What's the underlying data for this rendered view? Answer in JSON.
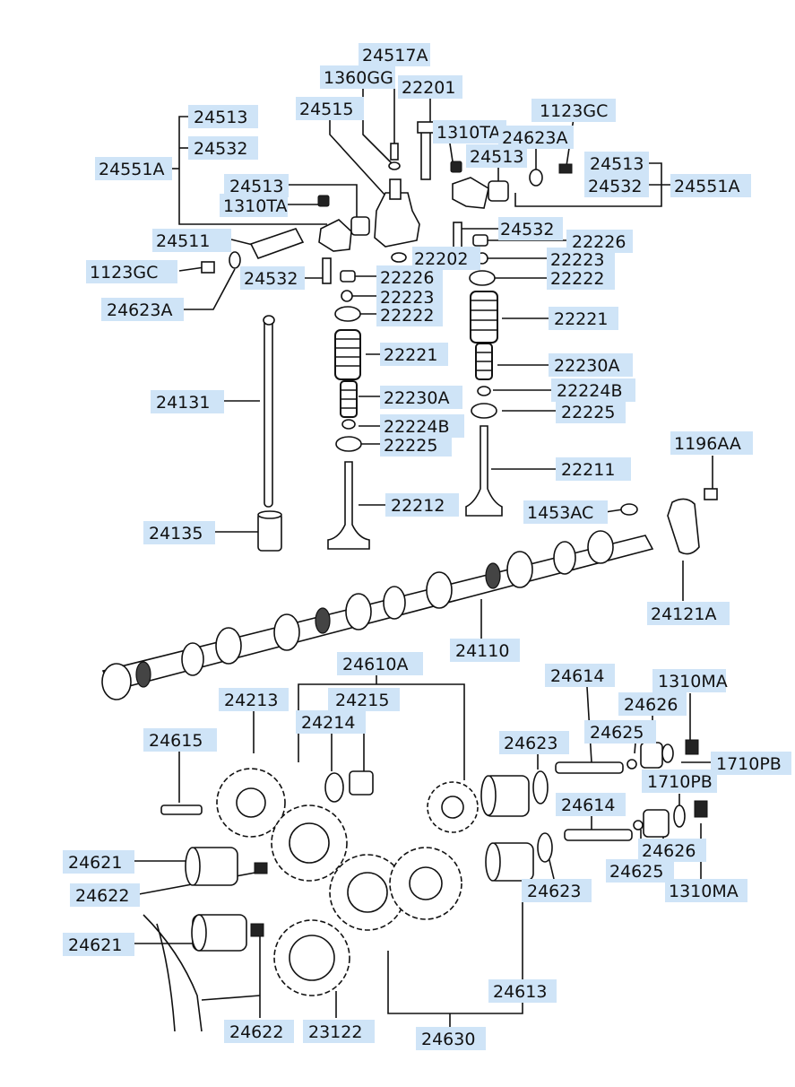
{
  "labels": [
    {
      "id": "l01",
      "text": "24517A"
    },
    {
      "id": "l02",
      "text": "1360GG"
    },
    {
      "id": "l03",
      "text": "22201"
    },
    {
      "id": "l04",
      "text": "24515"
    },
    {
      "id": "l05",
      "text": "1310TA"
    },
    {
      "id": "l06",
      "text": "1123GC"
    },
    {
      "id": "l07",
      "text": "24623A"
    },
    {
      "id": "l08",
      "text": "24513"
    },
    {
      "id": "l09",
      "text": "24513"
    },
    {
      "id": "l10",
      "text": "24532"
    },
    {
      "id": "l11",
      "text": "24551A"
    },
    {
      "id": "l12",
      "text": "24513"
    },
    {
      "id": "l13",
      "text": "24532"
    },
    {
      "id": "l14",
      "text": "24551A"
    },
    {
      "id": "l15",
      "text": "24513"
    },
    {
      "id": "l16",
      "text": "1310TA"
    },
    {
      "id": "l17",
      "text": "24532"
    },
    {
      "id": "l18",
      "text": "22226"
    },
    {
      "id": "l19",
      "text": "24511"
    },
    {
      "id": "l20",
      "text": "22202"
    },
    {
      "id": "l21",
      "text": "22223"
    },
    {
      "id": "l22",
      "text": "1123GC"
    },
    {
      "id": "l23",
      "text": "24532"
    },
    {
      "id": "l24",
      "text": "22226"
    },
    {
      "id": "l25",
      "text": "22222"
    },
    {
      "id": "l26",
      "text": "22223"
    },
    {
      "id": "l27",
      "text": "24623A"
    },
    {
      "id": "l28",
      "text": "22222"
    },
    {
      "id": "l29",
      "text": "22221"
    },
    {
      "id": "l30",
      "text": "22221"
    },
    {
      "id": "l31",
      "text": "22230A"
    },
    {
      "id": "l32",
      "text": "24131"
    },
    {
      "id": "l33",
      "text": "22230A"
    },
    {
      "id": "l34",
      "text": "22224B"
    },
    {
      "id": "l35",
      "text": "22225"
    },
    {
      "id": "l36",
      "text": "22224B"
    },
    {
      "id": "l37",
      "text": "22225"
    },
    {
      "id": "l38",
      "text": "1196AA"
    },
    {
      "id": "l39",
      "text": "22211"
    },
    {
      "id": "l40",
      "text": "22212"
    },
    {
      "id": "l41",
      "text": "1453AC"
    },
    {
      "id": "l42",
      "text": "24135"
    },
    {
      "id": "l43",
      "text": "24121A"
    },
    {
      "id": "l44",
      "text": "24110"
    },
    {
      "id": "l45",
      "text": "24610A"
    },
    {
      "id": "l46",
      "text": "24614"
    },
    {
      "id": "l47",
      "text": "1310MA"
    },
    {
      "id": "l48",
      "text": "24213"
    },
    {
      "id": "l49",
      "text": "24215"
    },
    {
      "id": "l50",
      "text": "24626"
    },
    {
      "id": "l51",
      "text": "24214"
    },
    {
      "id": "l52",
      "text": "24625"
    },
    {
      "id": "l53",
      "text": "24615"
    },
    {
      "id": "l54",
      "text": "24623"
    },
    {
      "id": "l55",
      "text": "1710PB"
    },
    {
      "id": "l56",
      "text": "1710PB"
    },
    {
      "id": "l57",
      "text": "24614"
    },
    {
      "id": "l58",
      "text": "24626"
    },
    {
      "id": "l59",
      "text": "24621"
    },
    {
      "id": "l60",
      "text": "24625"
    },
    {
      "id": "l61",
      "text": "24623"
    },
    {
      "id": "l62",
      "text": "24622"
    },
    {
      "id": "l63",
      "text": "1310MA"
    },
    {
      "id": "l64",
      "text": "24621"
    },
    {
      "id": "l65",
      "text": "24613"
    },
    {
      "id": "l66",
      "text": "24622"
    },
    {
      "id": "l67",
      "text": "23122"
    },
    {
      "id": "l68",
      "text": "24630"
    }
  ]
}
